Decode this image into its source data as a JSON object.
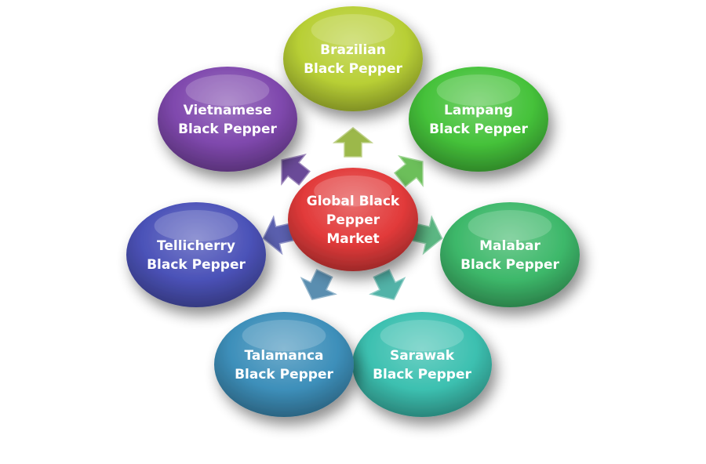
{
  "center": {
    "lines": [
      "Global Black",
      "Pepper",
      "Market"
    ],
    "color": "#e23a3a"
  },
  "nodes": [
    {
      "id": "brazilian",
      "lines": [
        "Brazilian",
        "Black Pepper"
      ],
      "color": "#b8cf35",
      "arrow": "#9cb84a"
    },
    {
      "id": "lampang",
      "lines": [
        "Lampang",
        "Black Pepper"
      ],
      "color": "#45c23a",
      "arrow": "#6cbf5a"
    },
    {
      "id": "malabar",
      "lines": [
        "Malabar",
        "Black Pepper"
      ],
      "color": "#3db86a",
      "arrow": "#5cb884"
    },
    {
      "id": "sarawak",
      "lines": [
        "Sarawak",
        "Black Pepper"
      ],
      "color": "#3cc0b0",
      "arrow": "#52b3a8"
    },
    {
      "id": "talamanca",
      "lines": [
        "Talamanca",
        "Black Pepper"
      ],
      "color": "#3d8fba",
      "arrow": "#5a8eb0"
    },
    {
      "id": "tellicherry",
      "lines": [
        "Tellicherry",
        "Black Pepper"
      ],
      "color": "#4b52b8",
      "arrow": "#5a5fae"
    },
    {
      "id": "vietnamese",
      "lines": [
        "Vietnamese",
        "Black Pepper"
      ],
      "color": "#7f48ad",
      "arrow": "#6a4a98"
    }
  ]
}
